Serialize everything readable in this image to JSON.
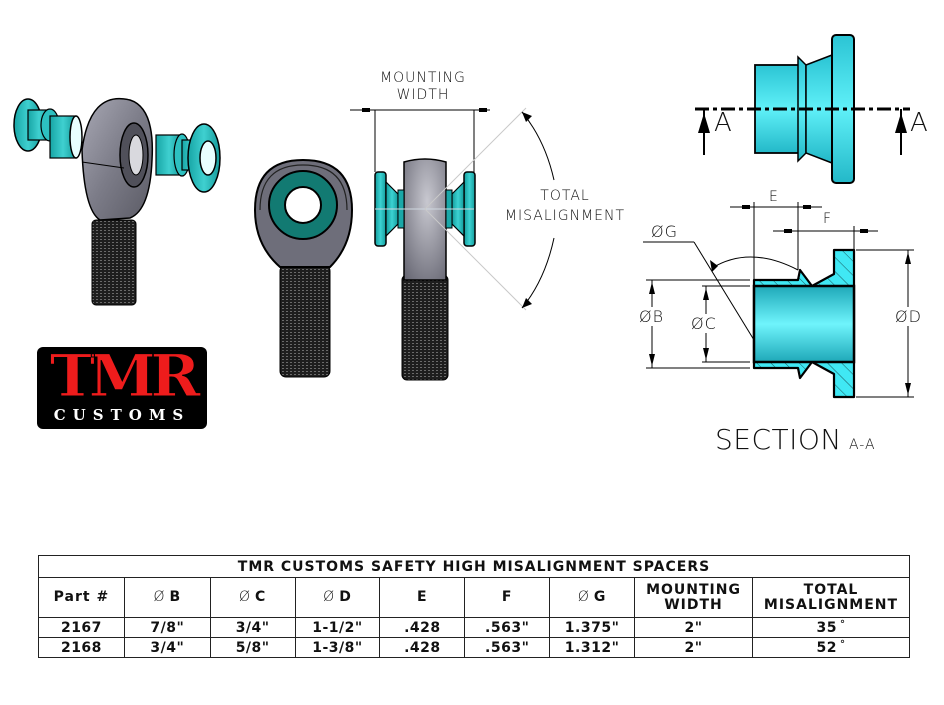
{
  "drawing": {
    "colors": {
      "spacer_teal": "#1fb3b3",
      "spacer_cyan_section": "#3fe6f0",
      "rod_end_gray": "#6e6e78",
      "thread_black": "#1a1a1a",
      "logo_red": "#ee1c1c",
      "logo_black": "#000000"
    },
    "logo": {
      "brand": "TMR",
      "subtitle": "CUSTOMS"
    },
    "side_view": {
      "mounting_width_label_line1": "MOUNTING",
      "mounting_width_label_line2": "WIDTH",
      "total_misalignment_label_line1": "TOTAL",
      "total_misalignment_label_line2": "MISALIGNMENT"
    },
    "section_marker": {
      "left_label": "A",
      "right_label": "A"
    },
    "section_view": {
      "dim_E": "E",
      "dim_F": "F",
      "dim_G": "ØG",
      "dim_B": "ØB",
      "dim_C": "ØC",
      "dim_D": "ØD",
      "title": "SECTION",
      "title_suffix": "A-A"
    }
  },
  "table": {
    "title": "TMR CUSTOMS SAFETY HIGH MISALIGNMENT SPACERS",
    "headers": [
      {
        "label": "Part #"
      },
      {
        "phi": "Ø",
        "label": "B"
      },
      {
        "phi": "Ø",
        "label": "C"
      },
      {
        "phi": "Ø",
        "label": "D"
      },
      {
        "label": "E"
      },
      {
        "label": "F"
      },
      {
        "phi": "Ø",
        "label": "G"
      },
      {
        "label": "MOUNTING",
        "label2": "WIDTH"
      },
      {
        "label": "TOTAL",
        "label2": "MISALIGNMENT"
      }
    ],
    "rows": [
      {
        "part": "2167",
        "B": "7/8\"",
        "C": "3/4\"",
        "D": "1-1/2\"",
        "E": ".428",
        "F": ".563\"",
        "G": "1.375\"",
        "mounting_width": "2\"",
        "total_misalignment": "35",
        "deg": "°"
      },
      {
        "part": "2168",
        "B": "3/4\"",
        "C": "5/8\"",
        "D": "1-3/8\"",
        "E": ".428",
        "F": ".563\"",
        "G": "1.312\"",
        "mounting_width": "2\"",
        "total_misalignment": "52",
        "deg": "°"
      }
    ]
  }
}
